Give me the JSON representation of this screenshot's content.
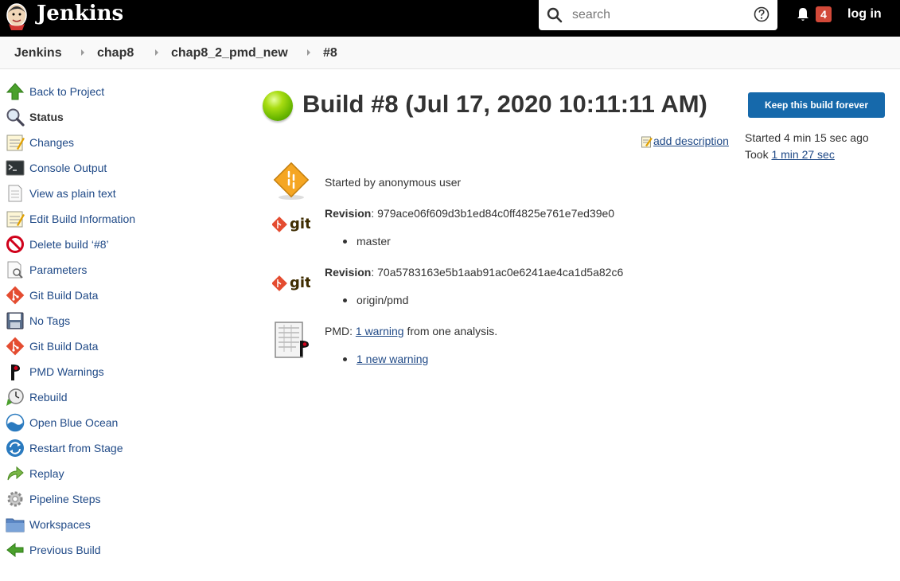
{
  "header": {
    "brand": "Jenkins",
    "search_placeholder": "search",
    "notification_count": "4",
    "login_label": "log in"
  },
  "breadcrumb": [
    "Jenkins",
    "chap8",
    "chap8_2_pmd_new",
    "#8"
  ],
  "sidebar": {
    "items": [
      {
        "label": "Back to Project",
        "icon": "up-arrow-icon"
      },
      {
        "label": "Status",
        "icon": "magnifier-icon",
        "active": true
      },
      {
        "label": "Changes",
        "icon": "notepad-icon"
      },
      {
        "label": "Console Output",
        "icon": "terminal-icon"
      },
      {
        "label": "View as plain text",
        "icon": "document-icon"
      },
      {
        "label": "Edit Build Information",
        "icon": "notepad-icon"
      },
      {
        "label": "Delete build ‘#8’",
        "icon": "no-entry-icon"
      },
      {
        "label": "Parameters",
        "icon": "document-search-icon"
      },
      {
        "label": "Git Build Data",
        "icon": "git-icon"
      },
      {
        "label": "No Tags",
        "icon": "save-icon"
      },
      {
        "label": "Git Build Data",
        "icon": "git-icon"
      },
      {
        "label": "PMD Warnings",
        "icon": "pmd-icon"
      },
      {
        "label": "Rebuild",
        "icon": "clock-arrow-icon"
      },
      {
        "label": "Open Blue Ocean",
        "icon": "blue-ocean-icon"
      },
      {
        "label": "Restart from Stage",
        "icon": "refresh-icon"
      },
      {
        "label": "Replay",
        "icon": "replay-arrow-icon"
      },
      {
        "label": "Pipeline Steps",
        "icon": "gear-icon"
      },
      {
        "label": "Workspaces",
        "icon": "folder-icon"
      },
      {
        "label": "Previous Build",
        "icon": "left-arrow-icon"
      }
    ]
  },
  "build": {
    "title": "Build #8 (Jul 17, 2020 10:11:11 AM)",
    "status_color": "#6ab800",
    "keep_button": "Keep this build forever",
    "add_description": "add description",
    "started": "Started 4 min 15 sec ago",
    "took_prefix": "Took ",
    "took_duration": "1 min 27 sec"
  },
  "summary": {
    "started_by": "Started by anonymous user",
    "git_label": "git",
    "revision_label": "Revision",
    "revisions": [
      {
        "hash": ": 979ace06f609d3b1ed84c0ff4825e761e7ed39e0",
        "branch": "master"
      },
      {
        "hash": ": 70a5783163e5b1aab91ac0e6241ae4ca1d5a82c6",
        "branch": "origin/pmd"
      }
    ],
    "pmd": {
      "prefix": "PMD: ",
      "warning_link": "1 warning",
      "suffix": " from one analysis.",
      "new_warning_link": "1 new warning"
    }
  },
  "colors": {
    "header_bg": "#000000",
    "link": "#204a87",
    "button": "#1669ab",
    "badge": "#d24939"
  }
}
